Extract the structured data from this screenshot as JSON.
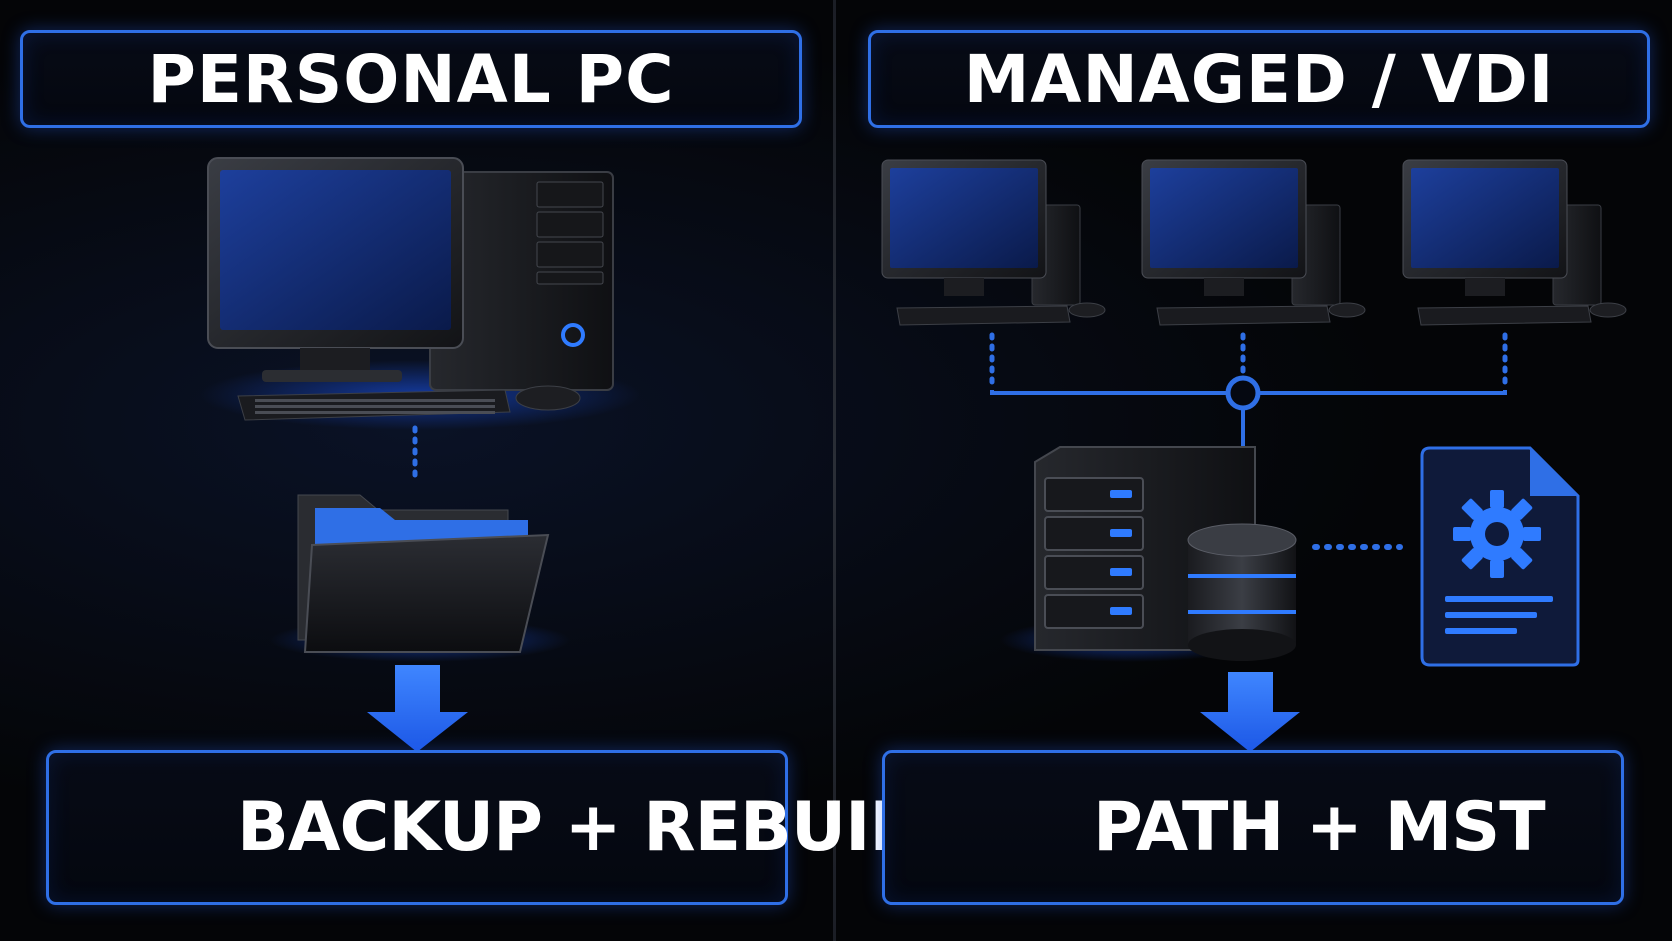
{
  "panels": {
    "left": {
      "title": "PERSONAL PC",
      "result": "BACKUP + REBUILD",
      "result_icon": "shield-check-icon"
    },
    "right": {
      "title": "MANAGED / VDI",
      "result": "PATH + MST",
      "result_icon": "warning-triangle-icon"
    }
  },
  "colors": {
    "background": "#040507",
    "accent_blue": "#2f6fe6",
    "warning_amber": "#e3a02a",
    "text": "#ffffff"
  },
  "icons": [
    "desktop-computer-icon",
    "folder-icon",
    "arrow-down-icon",
    "workstation-icon",
    "network-hub-icon",
    "server-icon",
    "database-icon",
    "config-file-gear-icon"
  ]
}
